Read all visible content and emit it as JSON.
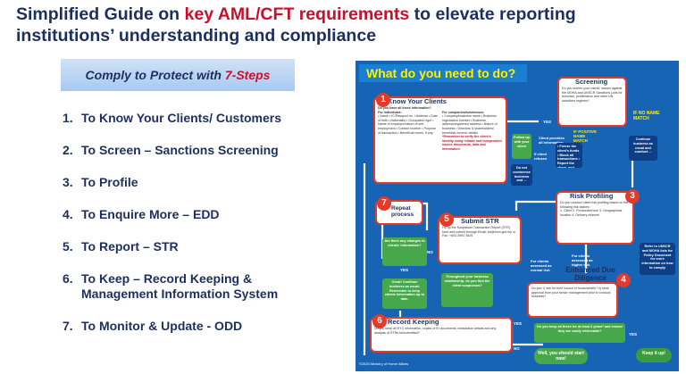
{
  "title": {
    "pre": "Simplified Guide on ",
    "highlight": "key AML/CFT requirements",
    "post": " to elevate reporting institutions’ understanding and compliance"
  },
  "banner": {
    "pre": "Comply to Protect with ",
    "highlight": "7-Steps"
  },
  "steps": [
    {
      "num": "1.",
      "text": "To Know Your Clients/ Customers"
    },
    {
      "num": "2.",
      "text": "To Screen – Sanctions Screening"
    },
    {
      "num": "3.",
      "text": "To Profile"
    },
    {
      "num": "4.",
      "text": "To Enquire More – EDD"
    },
    {
      "num": "5.",
      "text": "To Report – STR"
    },
    {
      "num": "6.",
      "text": "To Keep – Record Keeping & Management Information System"
    },
    {
      "num": "7.",
      "text": "To Monitor & Update - ODD"
    }
  ],
  "diagram": {
    "title": "What do you need to do?",
    "kyc": {
      "num": "1",
      "head": "Know Your Clients",
      "q": "Do you have all these information?",
      "ind_head": "For individuals:",
      "ind": "• Name • IC/Passport no. • Address • Date of birth • Nationality • Occupation type • Name of employer/nature of self-employment • Contact number • Purpose of transaction • Beneficial owner, if any",
      "biz_head": "For companies/businesses:",
      "biz": "• Company/business name • Business registration number • Business address/registered address • Nature of business • Directors & shareholders/ beneficial owners' details",
      "note": "*Remember to verify the client's identity using reliable and independent source documents, data and information"
    },
    "screening": {
      "head": "Screening",
      "q": "Do you screen your clients' names against the MOHA and UNSCR Sanctions Lists for terrorism, proliferation and other UN sanctions regimes?",
      "no_match": "IF NO NAME MATCH",
      "positive": "IF POSITIVE NAME MATCH",
      "actions": "• Freeze the client's funds • Block all transactions • Report the client, and ...",
      "continue": "Continue business as usual and conduct ..."
    },
    "risk": {
      "num": "3",
      "head": "Risk Profiling",
      "q": "Do you conduct client risk profiling based on the following risk factors:",
      "factors": "1. Client 2. Product/service 3. Geographical location 4. Delivery channel"
    },
    "edd": {
      "num": "4",
      "head": "Enhanced Due Diligence",
      "q": "Do you: i) ask for their source of funds/wealth? ii) seek approval from your senior management prior to conduct business?"
    },
    "str": {
      "num": "5",
      "head": "Submit STR",
      "body": "Fill up the Suspicious Transaction Report (STR) form and submit through Email: str@bnm.gov.my or Fax: +603-2691 3625"
    },
    "repeat": {
      "num": "7",
      "head": "Repeat process"
    },
    "record": {
      "num": "6",
      "head": "Record Keeping",
      "q": "Do you keep all KYC information, copies of ID documents, transaction details and any analysis of STRs for/submitted?"
    },
    "green": {
      "follow_up": "Follow up with your client",
      "refuses": "Client provides all information",
      "client_refuses": "If client refuses",
      "do_not": "Do not commence business and ...",
      "changes": "Are there any changes to clients' information?",
      "great": "Great! Continue business as usual. Remember to keep clients information up to date.",
      "throughout": "Throughout your business relationship, do you find the client suspicious?",
      "five_years": "Do you keep all these for at least 6 years* and ensure they are easily retrievable?",
      "should": "Well, you should start now!"
    },
    "refer": "Refer to UNSCR and MOHA lists for Policy Document for more information on how to comply",
    "low_risk": "For clients assessed as normal risk",
    "high_risk": "For clients assessed as higher risk",
    "keep_it_up": "Keep it up!",
    "labels": {
      "yes": "YES",
      "no": "NO"
    },
    "footer": "©2020 Ministry of Home Affairs"
  },
  "colors": {
    "navy": "#1c2f5e",
    "red": "#c8102e",
    "diagram_bg": "#1763b4",
    "green": "#46a84a"
  }
}
